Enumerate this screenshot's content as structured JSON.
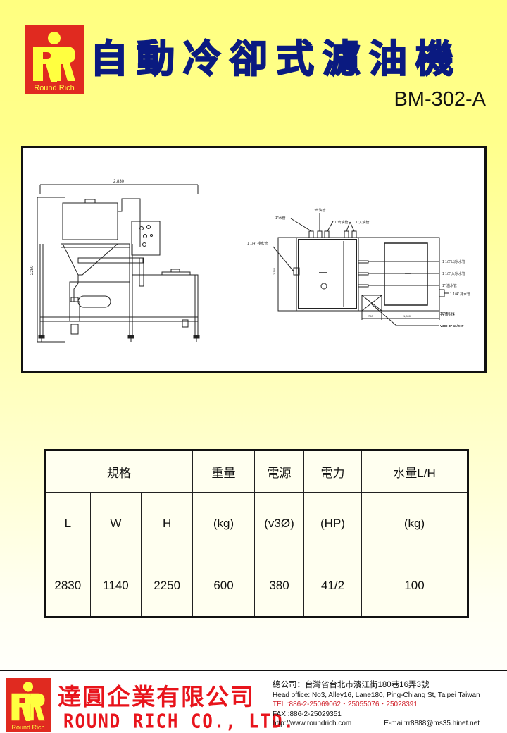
{
  "header": {
    "logo_text": "Round Rich",
    "title": "自動冷卻式濾油機",
    "model": "BM-302-A",
    "colors": {
      "logo_bg": "#e02a20",
      "logo_fg": "#ffff40",
      "title": "#0a1a80",
      "background_top": "#ffff80"
    }
  },
  "drawing": {
    "side_view": {
      "dim_length": "2,830",
      "dim_height": "2250"
    },
    "top_view": {
      "labels": {
        "water_pipe_1in": "1\"水管",
        "oil_out_1in_a": "1\"出油管",
        "oil_out_1in_b": "1\"出油管",
        "oil_in_1in": "1\"入油管",
        "drain_pipe": "排水管",
        "drain_left_size": "1 1/4\" 排水管",
        "water_out": "1 1/2\"出冰水管",
        "water_in": "1 1/2\"入冰水管",
        "overflow": "1\" 溢水管",
        "drain_right": "1 1/4\" 排水管",
        "controller": "控制器",
        "controller_spec": "V380 3P 41/2HP",
        "dim_width": "1,140",
        "dim_a": "750",
        "dim_b": "1,900"
      }
    }
  },
  "spec_table": {
    "headers": {
      "spec": "規格",
      "weight": "重量",
      "power_source": "電源",
      "power": "電力",
      "water": "水量L/H"
    },
    "units": [
      "L",
      "W",
      "H",
      "(kg)",
      "(v3Ø)",
      "(HP)",
      "(kg)"
    ],
    "values": [
      "2830",
      "1140",
      "2250",
      "600",
      "380",
      "41/2",
      "100"
    ]
  },
  "footer": {
    "logo_text": "Round Rich",
    "company_cn": "達圓企業有限公司",
    "company_en": "ROUND RICH CO., LTD.",
    "address_cn": "總公司：台灣省台北市濱江街180巷16弄3號",
    "address_en": "Head office: No3, Alley16, Lane180, Ping-Chiang St, Taipei Taiwan",
    "tel": "TEL :886-2-25069062・25055076・25028391",
    "fax": "FAX :886-2-25029351",
    "website": "http://www.roundrich.com",
    "email": "E-mail:rr8888@ms35.hinet.net",
    "colors": {
      "company": "#e8141c",
      "tel": "#d0202a"
    }
  }
}
